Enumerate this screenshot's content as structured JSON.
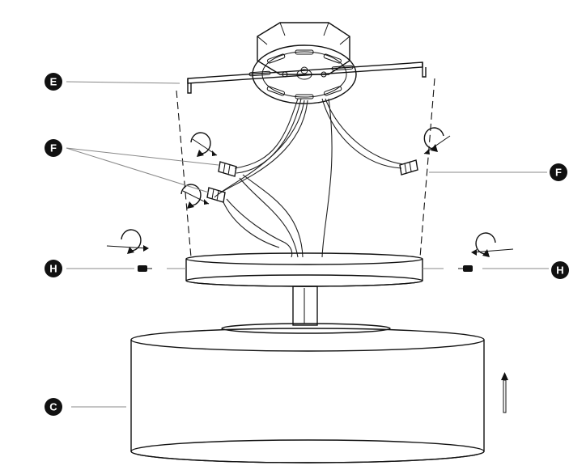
{
  "labels": {
    "E": "E",
    "F_left": "F",
    "F_right": "F",
    "H_left": "H",
    "H_right": "H",
    "C": "C"
  },
  "colors": {
    "ink": "#111111",
    "leader": "#888888",
    "background": "#ffffff"
  },
  "icons": [
    "rotate-clockwise-arrow-icon",
    "wire-nut-icon",
    "screw-icon",
    "up-arrow-icon"
  ]
}
